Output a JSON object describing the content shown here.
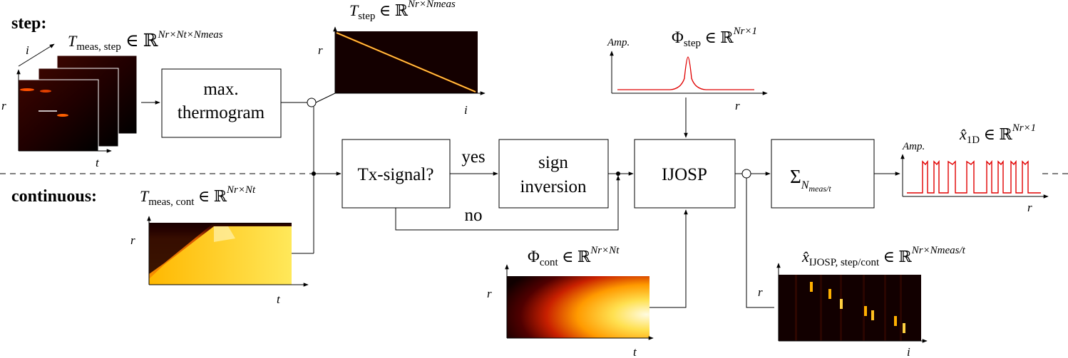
{
  "sections": {
    "step": "step:",
    "continuous": "continuous:"
  },
  "blocks": {
    "max_thermogram_line1": "max.",
    "max_thermogram_line2": "thermogram",
    "tx_signal": "Tx-signal?",
    "sign_inversion_line1": "sign",
    "sign_inversion_line2": "inversion",
    "ijosp": "IJOSP",
    "sum_symbol": "Σ",
    "sum_subscript": "N",
    "sum_subscript2": "meas/t"
  },
  "branches": {
    "yes": "yes",
    "no": "no"
  },
  "math": {
    "t_meas_step": {
      "base": "T",
      "sub": "meas, step",
      "set": " ∈ ℝ",
      "sup": "Nr×Nt×Nmeas"
    },
    "t_step": {
      "base": "T",
      "sub": "step",
      "set": " ∈ ℝ",
      "sup": "Nr×Nmeas"
    },
    "phi_step": {
      "base": "Φ",
      "sub": "step",
      "set": " ∈ ℝ",
      "sup": "Nr×1"
    },
    "t_meas_cont": {
      "base": "T",
      "sub": "meas, cont",
      "set": " ∈ ℝ",
      "sup": "Nr×Nt"
    },
    "phi_cont": {
      "base": "Φ",
      "sub": "cont",
      "set": " ∈ ℝ",
      "sup": "Nr×Nt"
    },
    "x_ijosp": {
      "base": "x̂",
      "sub": "IJOSP, step/cont",
      "set": " ∈ ℝ",
      "sup": "Nr×Nmeas/t"
    },
    "x_1d": {
      "base": "x̂",
      "sub": "1D",
      "set": " ∈ ℝ",
      "sup": "Nr×1"
    }
  },
  "axes": {
    "r": "r",
    "t": "t",
    "i": "i",
    "amp": "Amp."
  },
  "colors": {
    "line": "#000000",
    "signal": "#e00000",
    "heat_dark": "#1a0000",
    "heat_bright": "#ffe040"
  }
}
